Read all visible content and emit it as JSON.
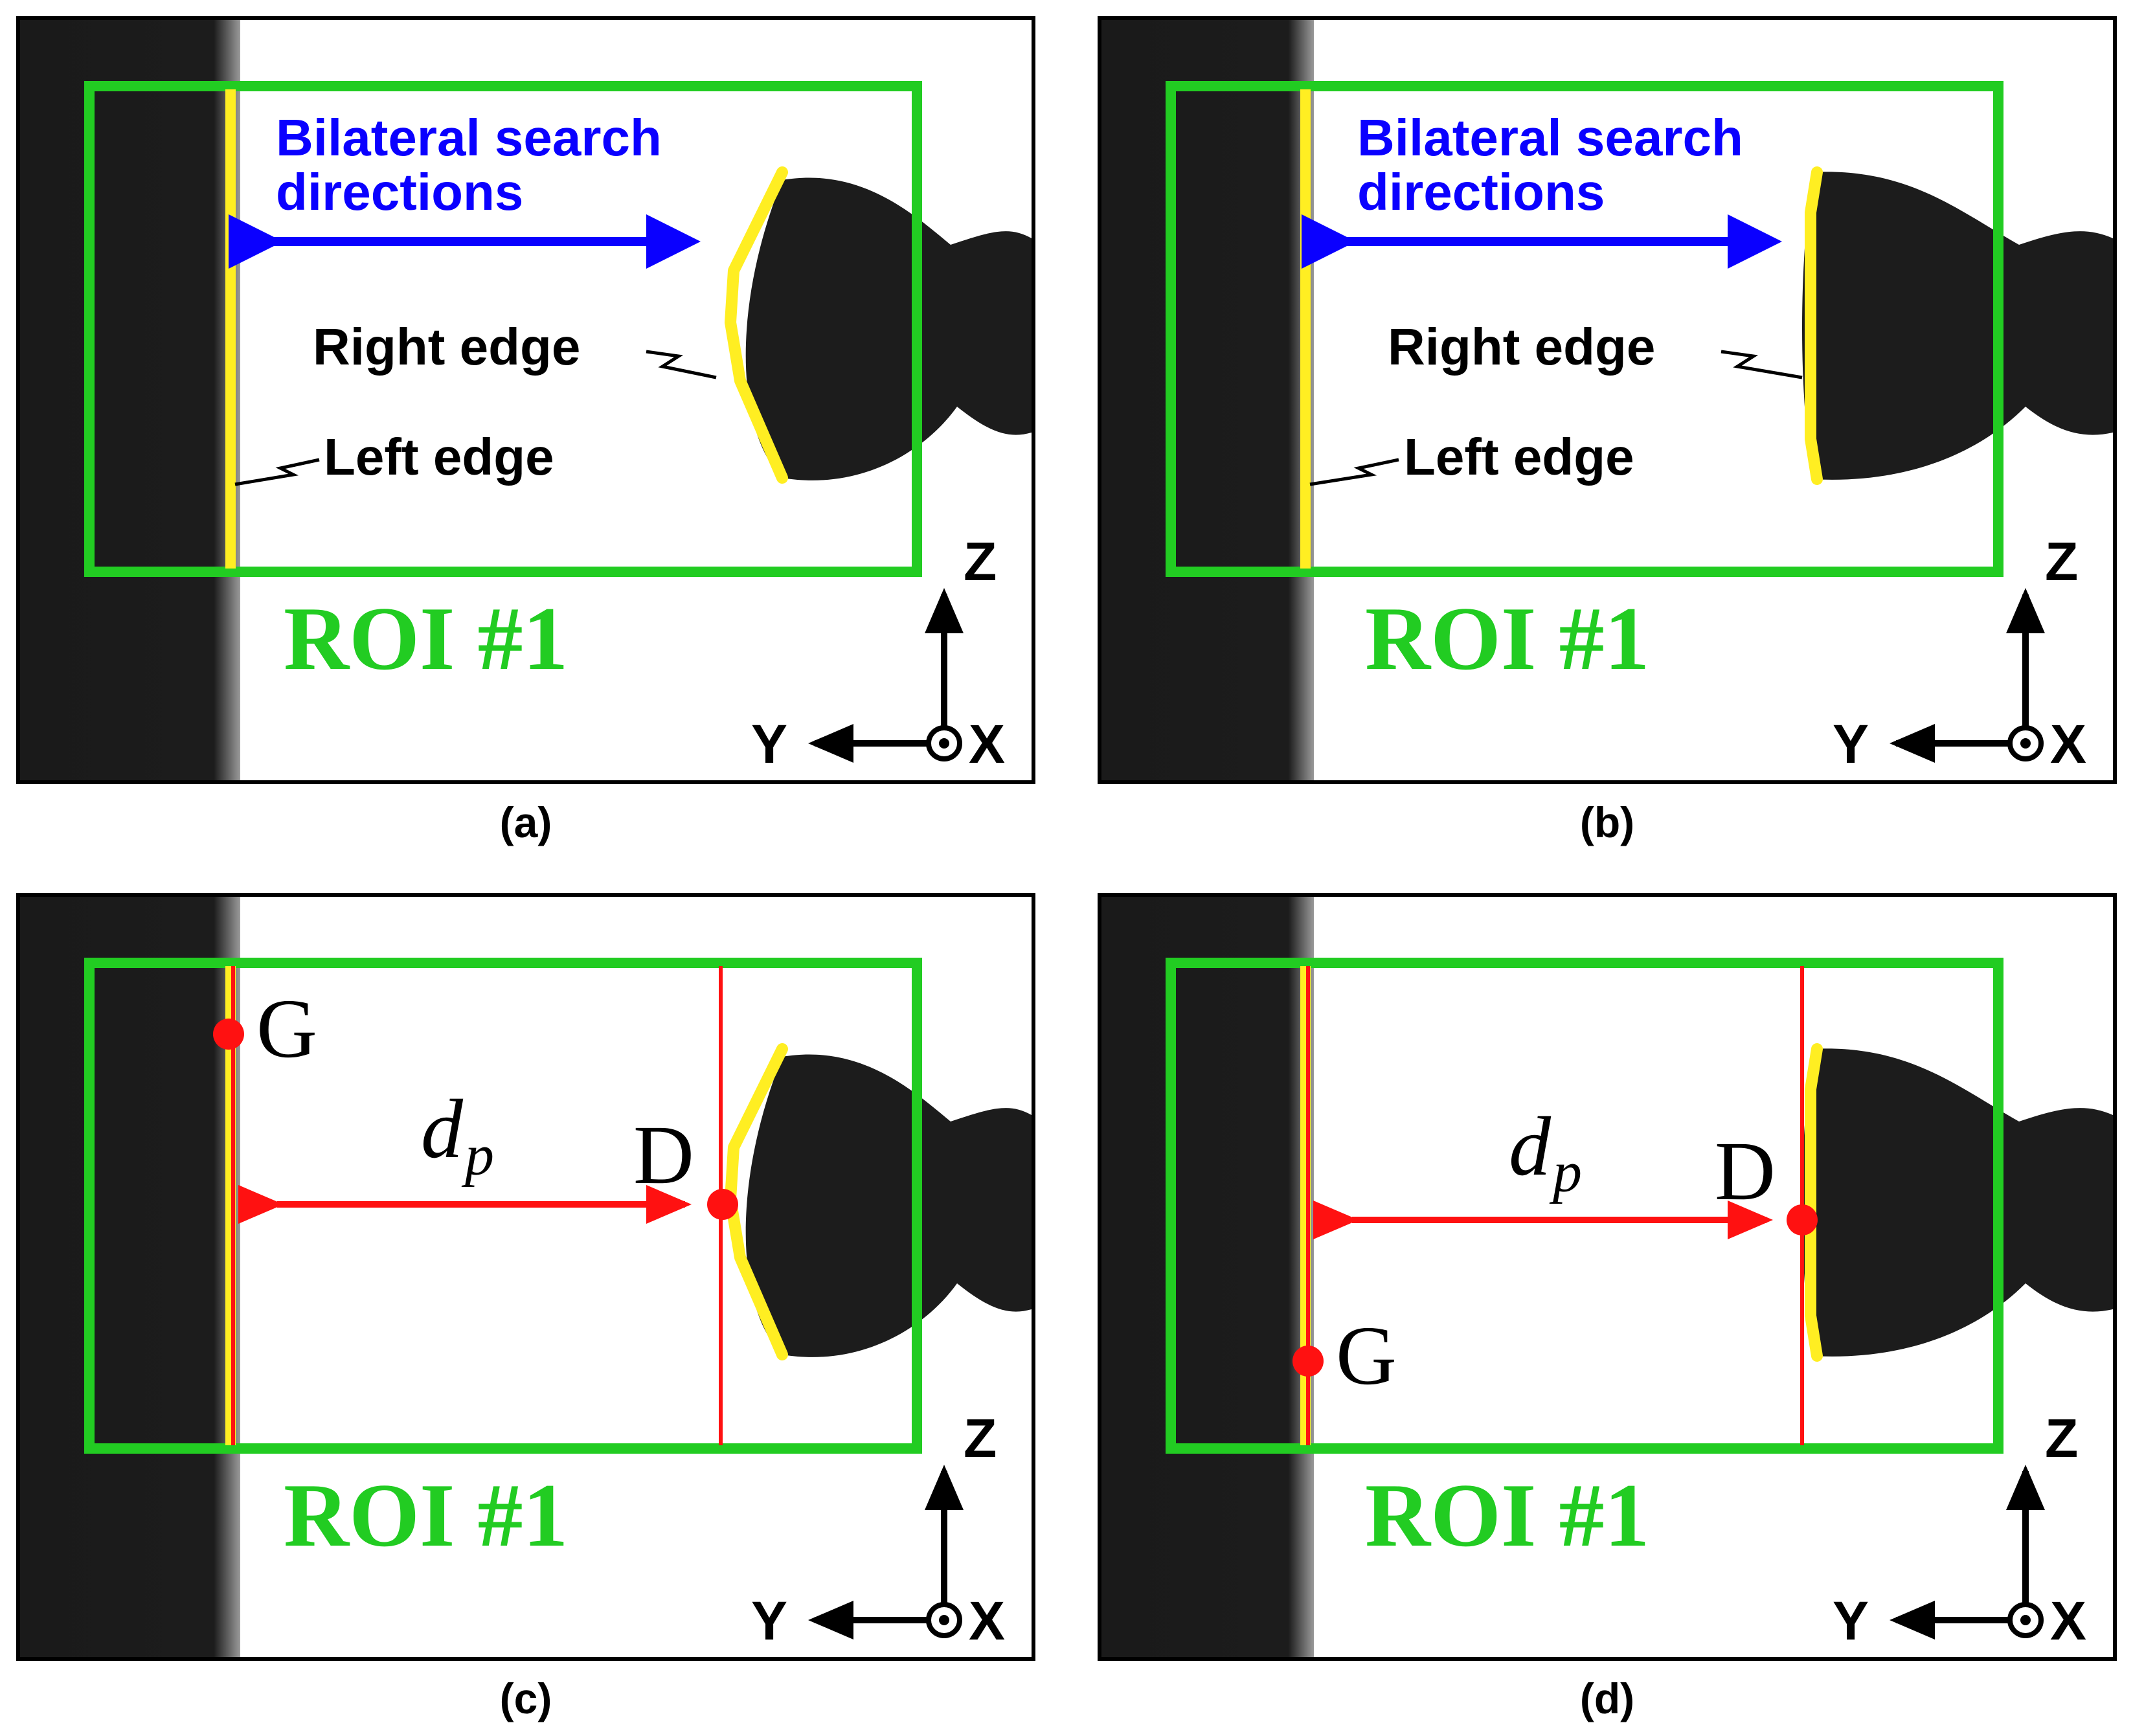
{
  "colors": {
    "roi": "#22cc22",
    "edge": "#ffee22",
    "search_arrow": "#0a00ff",
    "measure": "#ff1111",
    "electrode": "#1a1a1a",
    "background": "#ffffff"
  },
  "panels": [
    {
      "id": "a",
      "label": "(a)",
      "search_label_line1": "Bilateral search",
      "search_label_line2": "directions",
      "right_edge_label": "Right edge",
      "left_edge_label": "Left edge",
      "roi_label": "ROI #1",
      "axis_z": "Z",
      "axis_y": "Y",
      "axis_x": "X"
    },
    {
      "id": "b",
      "label": "(b)",
      "search_label_line1": "Bilateral search",
      "search_label_line2": "directions",
      "right_edge_label": "Right edge",
      "left_edge_label": "Left edge",
      "roi_label": "ROI #1",
      "axis_z": "Z",
      "axis_y": "Y",
      "axis_x": "X"
    },
    {
      "id": "c",
      "label": "(c)",
      "point_g": "G",
      "point_d": "D",
      "distance_symbol": "d",
      "distance_subscript": "p",
      "roi_label": "ROI #1",
      "axis_z": "Z",
      "axis_y": "Y",
      "axis_x": "X"
    },
    {
      "id": "d",
      "label": "(d)",
      "point_g": "G",
      "point_d": "D",
      "distance_symbol": "d",
      "distance_subscript": "p",
      "roi_label": "ROI #1",
      "axis_z": "Z",
      "axis_y": "Y",
      "axis_x": "X"
    }
  ]
}
